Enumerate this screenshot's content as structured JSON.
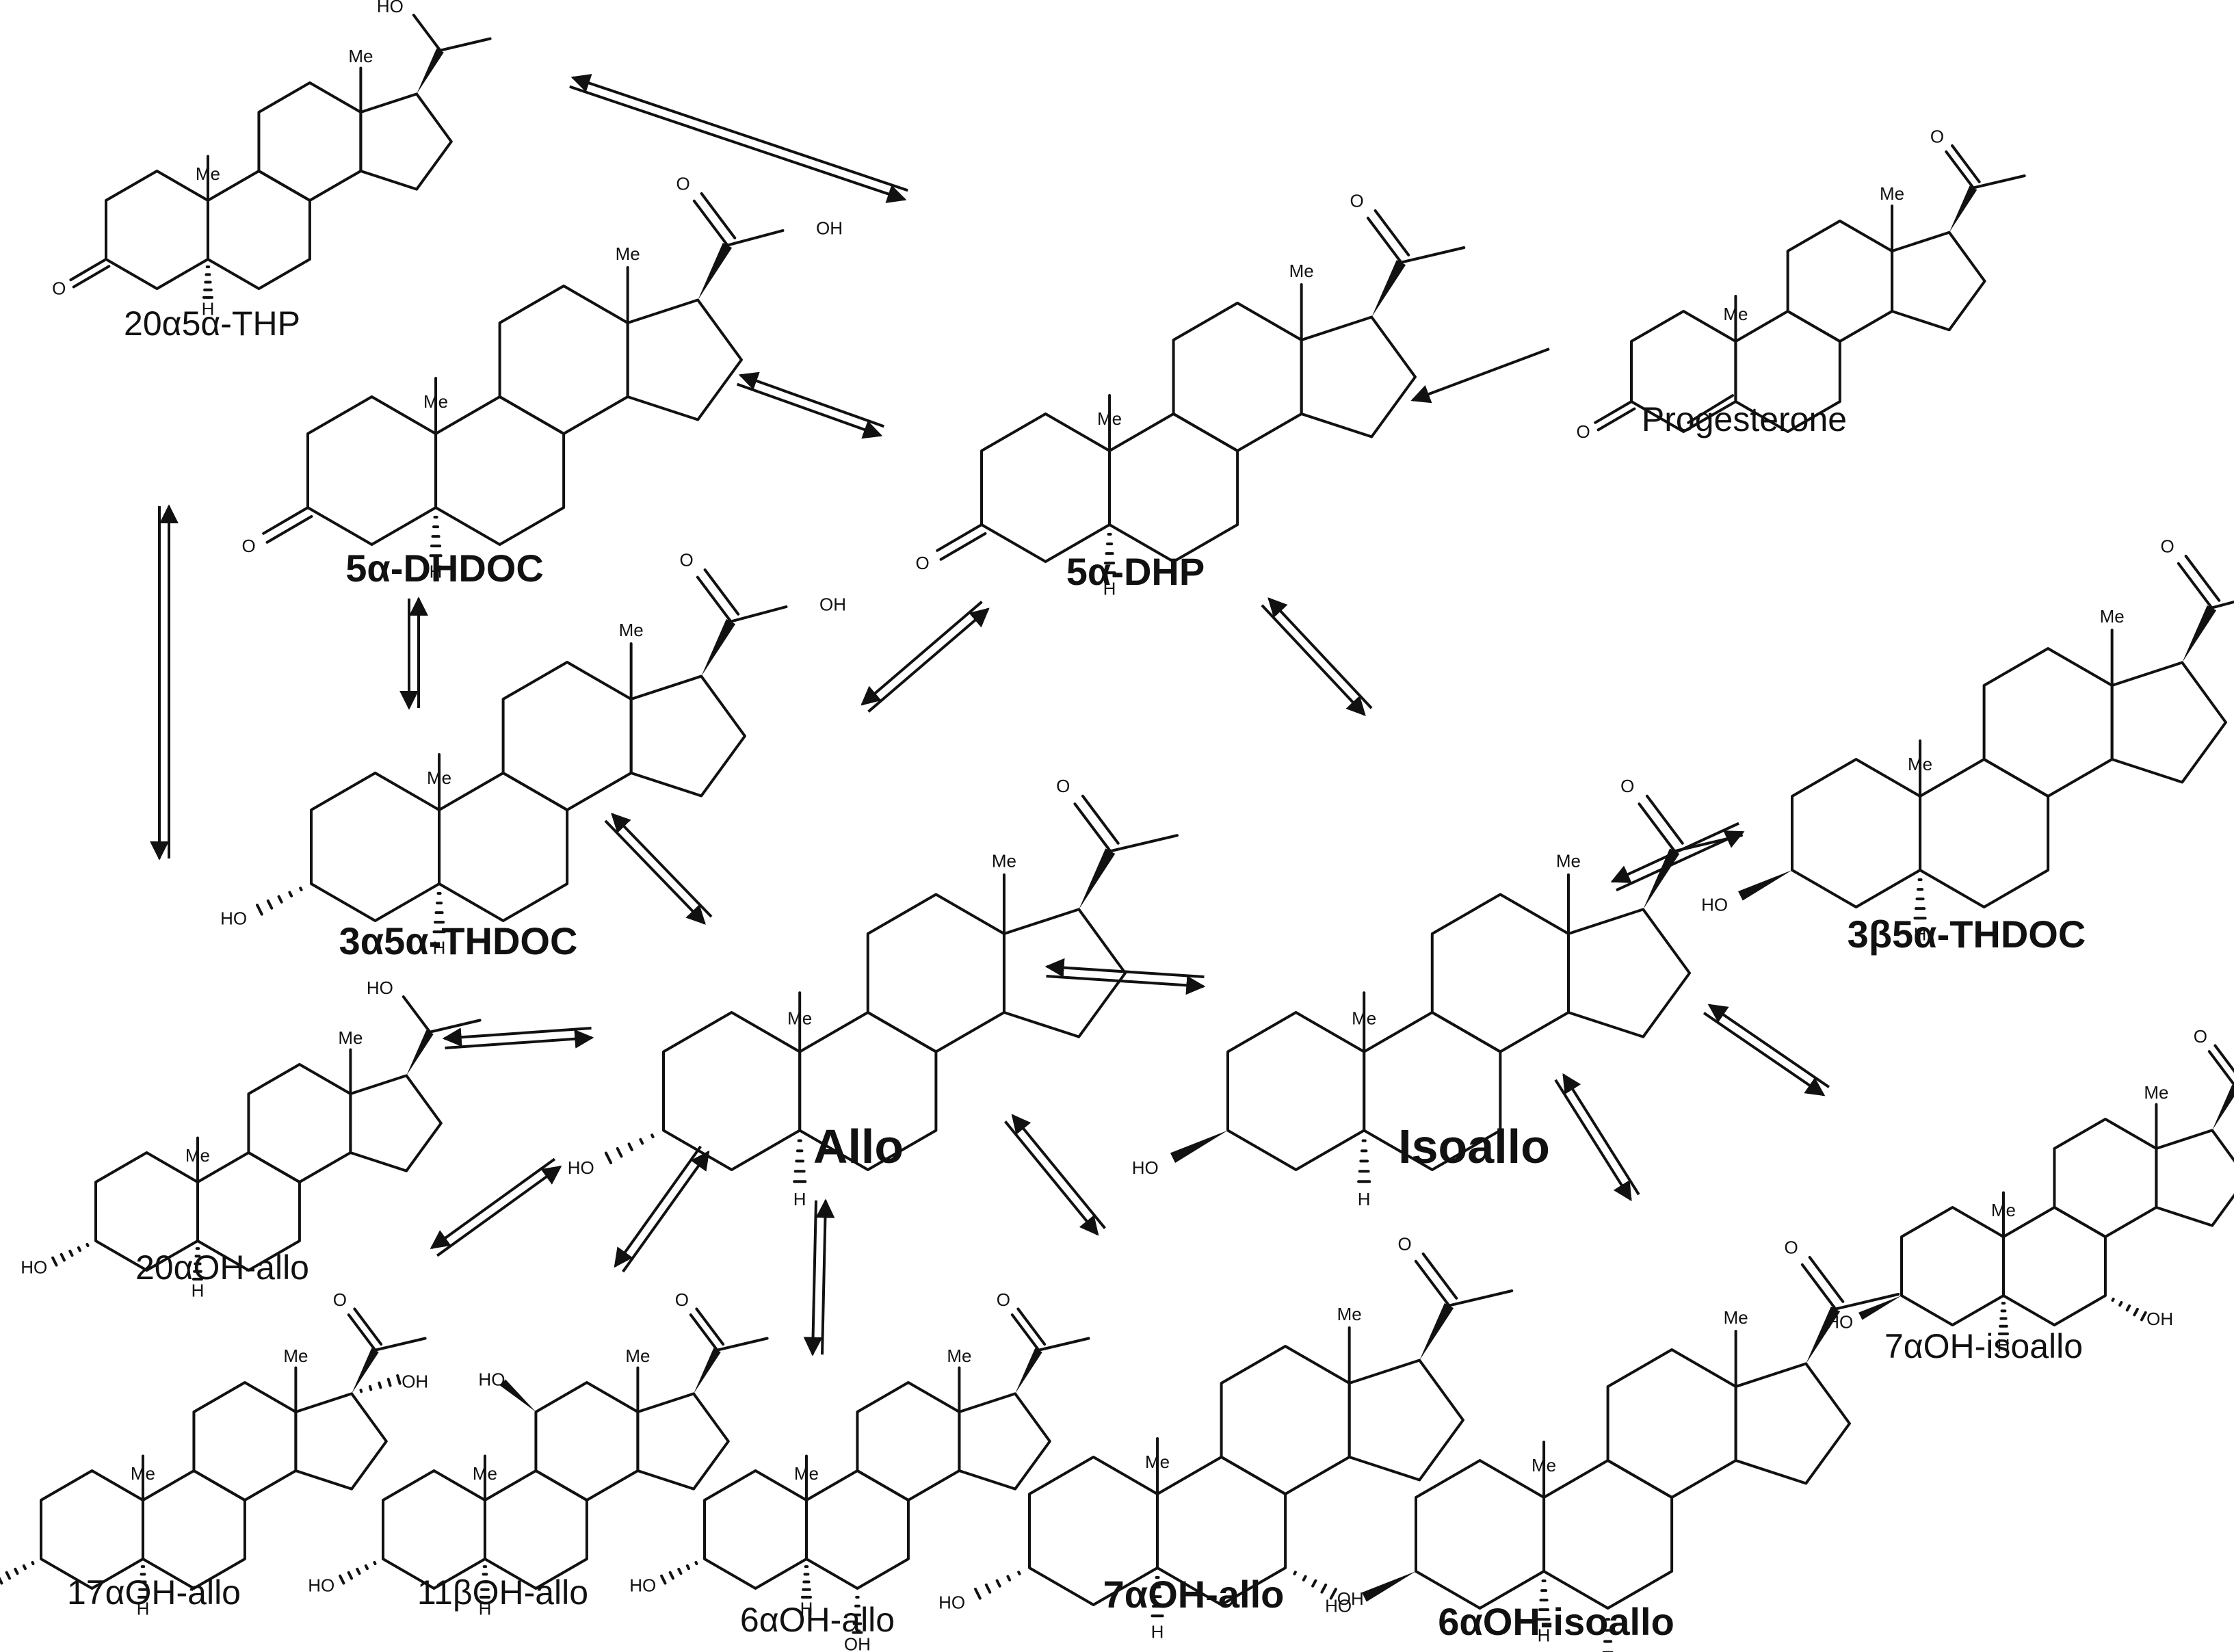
{
  "compounds": {
    "thp": "20α5α-THP",
    "dhdoc": "5α-DHDOC",
    "dhp": "5α-DHP",
    "prog": "Progesterone",
    "thdoc3a": "3α5α-THDOC",
    "thdoc3b": "3β5α-THDOC",
    "allo": "Allo",
    "isoallo": "Isoallo",
    "oh20": "20αOH-allo",
    "oh17": "17αOH-allo",
    "oh11": "11βOH-allo",
    "oh6": "6αOH-allo",
    "oh7": "7αOH-allo",
    "oh6iso": "6αOH-isoallo",
    "oh7iso": "7αOH-isoallo"
  },
  "atoms": {
    "me": "Me",
    "ho": "HO",
    "oh": "OH",
    "o": "O",
    "h": "H"
  }
}
